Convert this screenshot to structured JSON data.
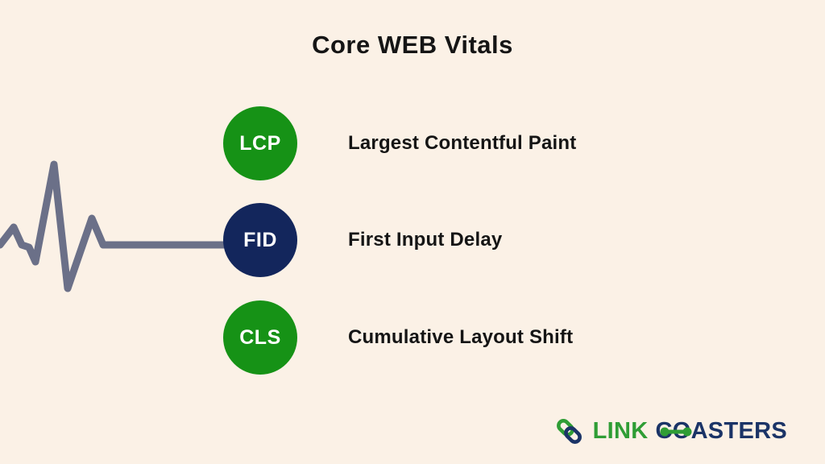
{
  "title": "Core WEB Vitals",
  "vitals": [
    {
      "abbr": "LCP",
      "label": "Largest Contentful Paint",
      "color": "#169216"
    },
    {
      "abbr": "FID",
      "label": "First Input Delay",
      "color": "#13265c"
    },
    {
      "abbr": "CLS",
      "label": "Cumulative Layout Shift",
      "color": "#169216"
    }
  ],
  "decoration": {
    "pulse_line": "ekg-heartbeat-line"
  },
  "logo": {
    "word_link": "LINK",
    "word_coasters": "COASTERS",
    "icon": "chain-link-icon"
  },
  "colors": {
    "background": "#fbf1e6",
    "green": "#169216",
    "navy": "#13265c",
    "pulse_line": "#6b7088",
    "text": "#151515",
    "logo_green": "#2f9d35",
    "logo_navy": "#1b3467"
  }
}
